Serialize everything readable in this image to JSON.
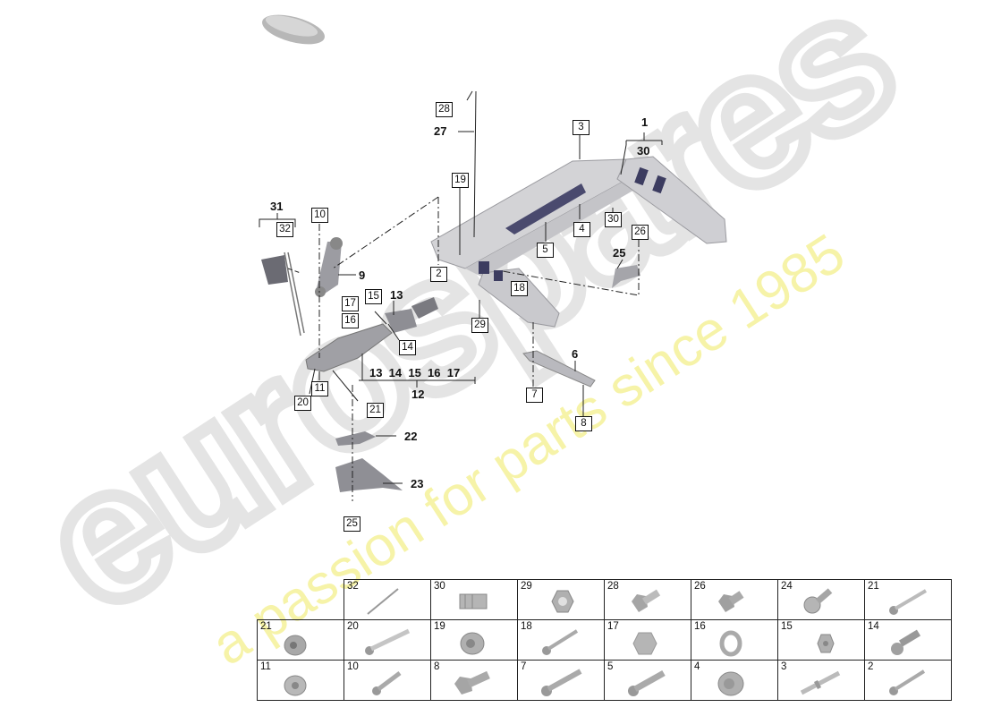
{
  "watermark": {
    "brand": "eurospares",
    "tagline": "a passion for parts since 1985",
    "brand_color": "#e6e6e6",
    "tagline_color": "#f4f2a0"
  },
  "callouts": {
    "bold": {
      "n1": "1",
      "n6": "6",
      "n9": "9",
      "n12": "12",
      "n13": "13",
      "n22": "22",
      "n23": "23",
      "n25": "25",
      "n27": "27",
      "n30": "30",
      "n31": "31"
    },
    "group_12_members": "13  14  15  16  17",
    "boxed": {
      "b2": "2",
      "b3": "3",
      "b4": "4",
      "b5": "5",
      "b7": "7",
      "b8": "8",
      "b10": "10",
      "b11": "11",
      "b14": "14",
      "b15": "15",
      "b16": "16",
      "b17": "17",
      "b18": "18",
      "b19": "19",
      "b20": "20",
      "b21": "21",
      "b25": "25",
      "b26": "26",
      "b28": "28",
      "b29": "29",
      "b30": "30",
      "b32": "32"
    }
  },
  "fastener_table": {
    "rows": [
      [
        null,
        {
          "num": "32",
          "icon": "rod-icon"
        },
        {
          "num": "30",
          "icon": "clip-nut-icon"
        },
        {
          "num": "29",
          "icon": "hex-nut-flange-icon"
        },
        {
          "num": "28",
          "icon": "hex-bolt-short-icon"
        },
        {
          "num": "26",
          "icon": "hex-bolt-stub-icon"
        },
        {
          "num": "24",
          "icon": "pan-head-bolt-icon"
        },
        {
          "num": "21",
          "icon": "long-bolt-icon"
        }
      ],
      [
        {
          "num": "21",
          "icon": "flange-nut-icon"
        },
        {
          "num": "20",
          "icon": "long-bolt-icon"
        },
        {
          "num": "19",
          "icon": "flange-nut-icon"
        },
        {
          "num": "18",
          "icon": "long-bolt-icon"
        },
        {
          "num": "17",
          "icon": "hex-nut-icon"
        },
        {
          "num": "16",
          "icon": "washer-icon"
        },
        {
          "num": "15",
          "icon": "hex-nut-icon"
        },
        {
          "num": "14",
          "icon": "ball-stud-icon"
        }
      ],
      [
        {
          "num": "11",
          "icon": "flange-nut-icon"
        },
        {
          "num": "10",
          "icon": "long-bolt-icon"
        },
        {
          "num": "8",
          "icon": "hex-bolt-short-icon"
        },
        {
          "num": "7",
          "icon": "long-bolt-icon"
        },
        {
          "num": "5",
          "icon": "long-bolt-icon"
        },
        {
          "num": "4",
          "icon": "flange-nut-icon"
        },
        {
          "num": "3",
          "icon": "stud-icon"
        },
        {
          "num": "2",
          "icon": "long-bolt-icon"
        }
      ]
    ]
  }
}
